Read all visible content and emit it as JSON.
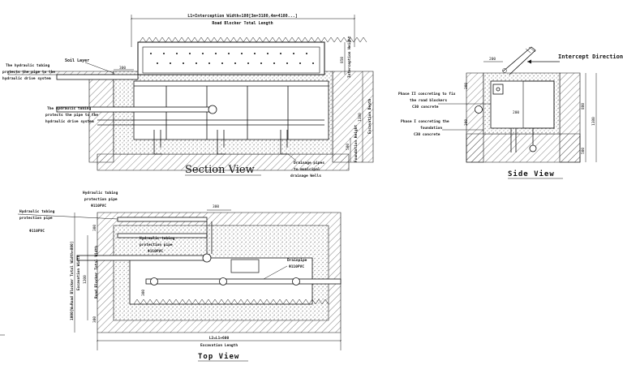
{
  "section_view": {
    "title": "Section View",
    "top_dim_line1": "L1=Interception Width+180[3m=3180,4m=4180...]",
    "top_dim_line2": "Road Blocker Total Length",
    "dim_300": "300",
    "soil_layer": "Soil Layer",
    "tubing_note_top": [
      "The hydraulic tubing",
      "protects the pipe to the",
      "hydraulic drive system"
    ],
    "tubing_note_mid": [
      "The hydraulic tubing",
      "protects the pipe to the",
      "hydraulic drive system"
    ],
    "drain_note": [
      "Drainage pipes",
      "to municipal",
      "drainage Wells"
    ],
    "interception_height_val": "850",
    "interception_height_lbl": "Interception Height",
    "excavation_depth_val": "1380",
    "excavation_depth_lbl": "Excavation Depth",
    "foundation_height_val": "500",
    "foundation_height_lbl": "Foundation Height"
  },
  "side_view": {
    "title": "Side View",
    "intercept_direction": "Intercept Direction",
    "dim_200_top": "200",
    "dim_300": "300",
    "dim_200_mid": "200",
    "dim_300_low": "300",
    "phase2": [
      "Phase II concreting to fix",
      "the road blockers",
      "C30 concrete"
    ],
    "phase1": [
      "Phase I concreting the",
      "foundation",
      "C30 concrete"
    ],
    "dim_880": "880",
    "dim_1380": "1380",
    "dim_500": "500"
  },
  "top_view": {
    "title": "Top View",
    "protection_pipe_top": [
      "Hydraulic tubing",
      "protection pipe",
      "Φ110PVC"
    ],
    "protection_pipe_left": [
      "Hydraulic tubing",
      "protection pipe",
      "Φ110PVC"
    ],
    "protection_pipe_inner": [
      "Hydraulic tubing",
      "protection pipe",
      "Φ110PVC"
    ],
    "drainpipe": [
      "Drainpipe",
      "Φ110PVC"
    ],
    "dim_300_top": "300",
    "dim_300_left": "300",
    "dim_300_bottom": "300",
    "dim_300_inner": "300",
    "left_dim_1": "1000[W=Road Blocker Total Width+800]",
    "left_dim_2": "Excavation Width",
    "left_dim_3": "Road Blocker Total Width",
    "left_dim_val": "1200",
    "bottom_dim_1": "L2=L1+600",
    "bottom_dim_2": "Excavation Length"
  }
}
